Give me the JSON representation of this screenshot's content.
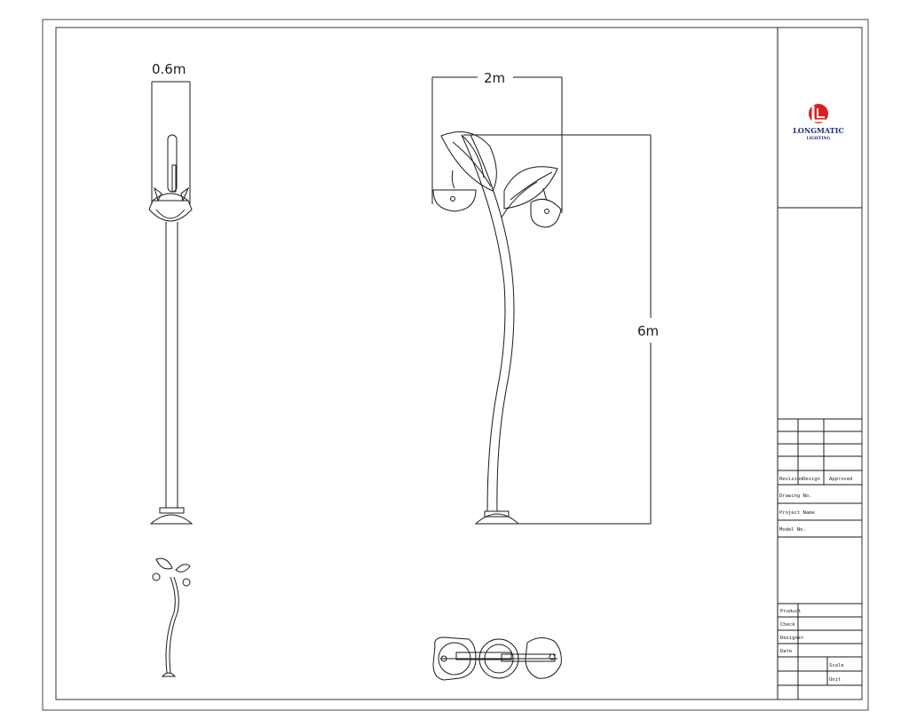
{
  "dimensions": {
    "pole_width": "0.6m",
    "canopy_width": "2m",
    "height": "6m"
  },
  "brand": {
    "name": "LONGMATIC",
    "subtitle": "LIGHTING",
    "primary_color": "#d9211b",
    "secondary_color": "#1b2f7a"
  },
  "title_block": {
    "row_labels": [
      "Revision",
      "Design",
      "Approved"
    ],
    "fields": [
      "Drawing No.",
      "Project Name",
      "Model No."
    ],
    "bottom_rows": [
      "Product",
      "Check",
      "Designer",
      "Date"
    ],
    "right_labels": [
      "Scale",
      "Unit"
    ]
  }
}
